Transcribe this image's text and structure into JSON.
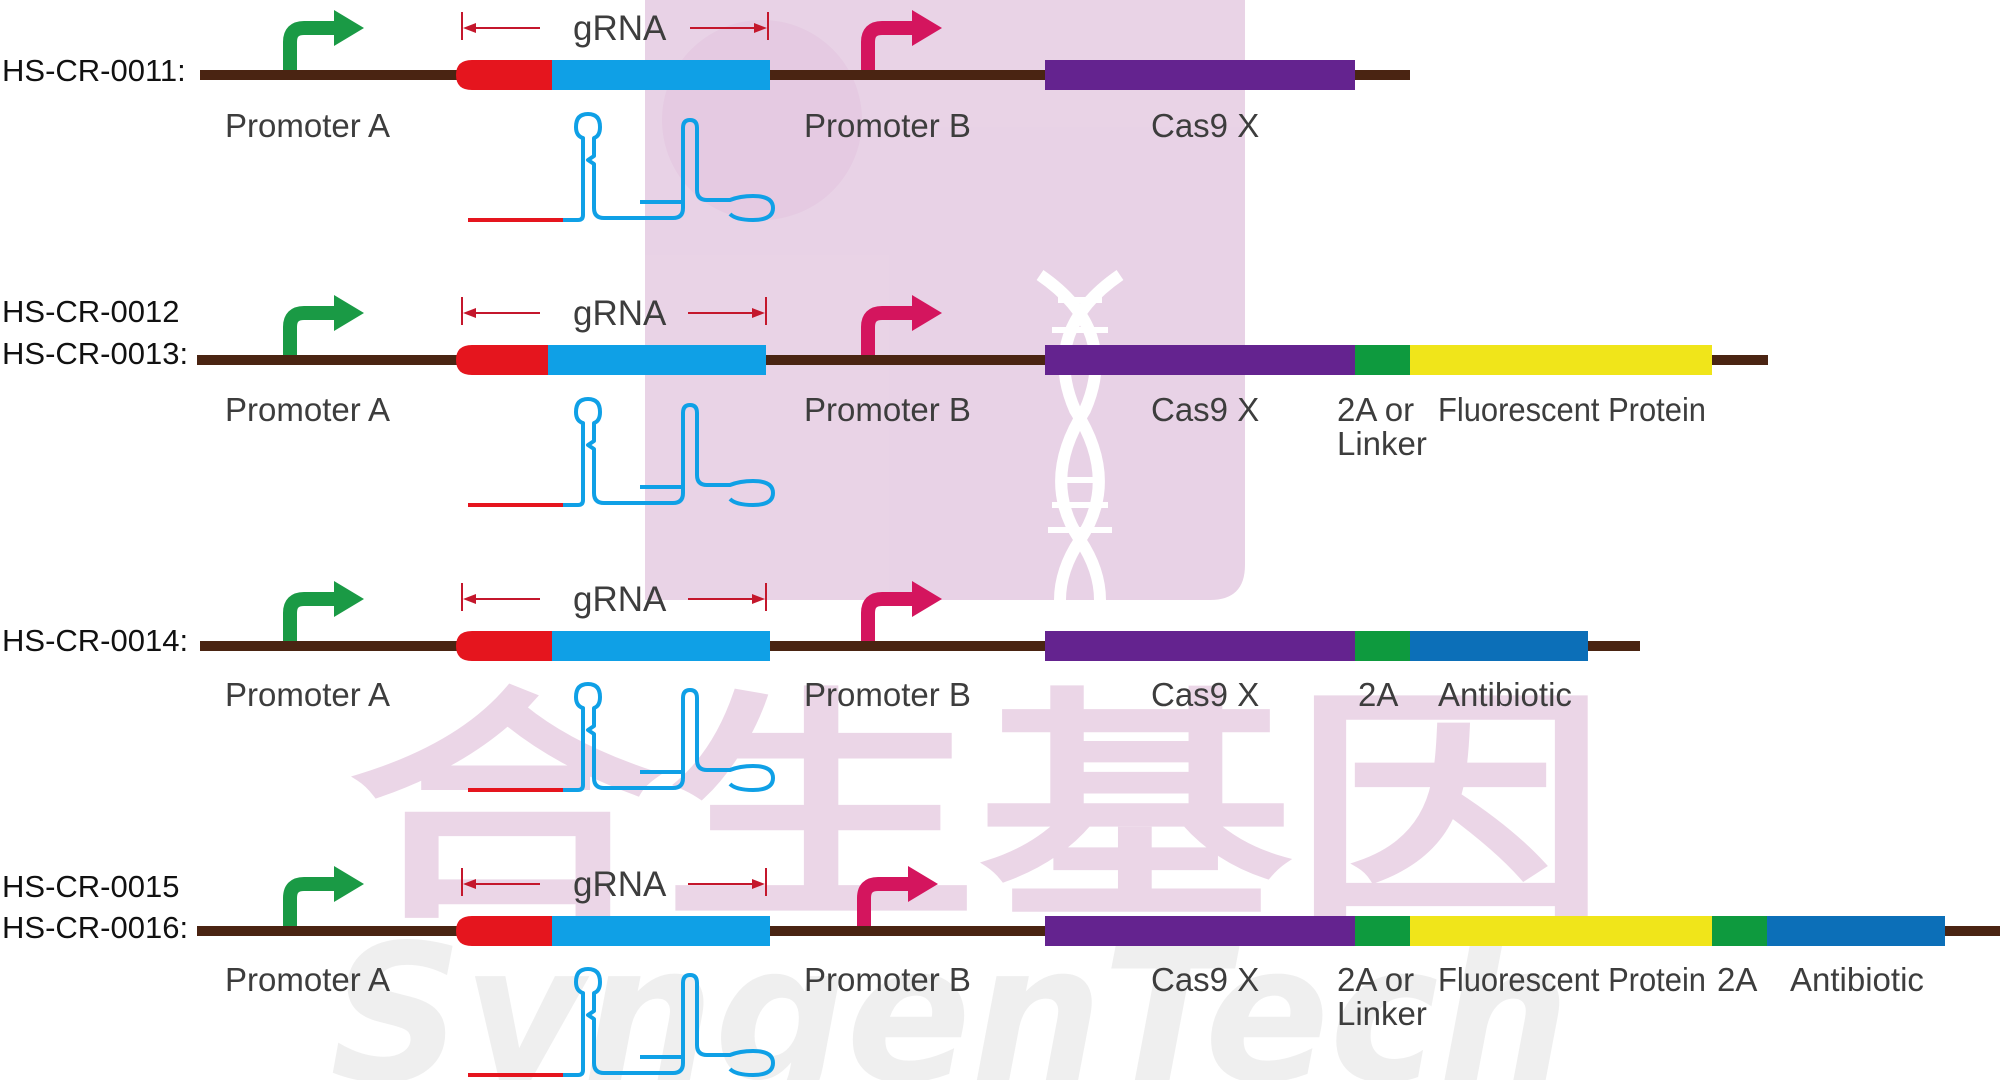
{
  "watermark": {
    "chinese": "合生基因",
    "latin": "SyngenTech",
    "logo": "cyagen-style-dna-logo-icon",
    "color": "#e3c8e0"
  },
  "colors": {
    "backbone": "#4a2412",
    "promoter_a_arrow": "#1a9a45",
    "promoter_b_arrow": "#d4155e",
    "grna_spacer": "#e5151e",
    "grna_scaffold": "#0fa0e6",
    "cas9": "#64238f",
    "linker_2a": "#0e9a3e",
    "fluorescent_protein": "#f0e51a",
    "antibiotic": "#0c6fb8",
    "dimension_arrow": "#c4172c"
  },
  "constructs": [
    {
      "id_lines": [
        "HS-CR-0011:"
      ],
      "grna_label": "gRNA",
      "labels": {
        "promoter_a": "Promoter A",
        "promoter_b": "Promoter B",
        "cas9": "Cas9 X"
      }
    },
    {
      "id_lines": [
        "HS-CR-0012",
        "HS-CR-0013:"
      ],
      "grna_label": "gRNA",
      "labels": {
        "promoter_a": "Promoter A",
        "promoter_b": "Promoter B",
        "cas9": "Cas9 X",
        "linker_line1": "2A or",
        "linker_line2": "Linker",
        "fluorescent": "Fluorescent Protein"
      }
    },
    {
      "id_lines": [
        "HS-CR-0014:"
      ],
      "grna_label": "gRNA",
      "labels": {
        "promoter_a": "Promoter A",
        "promoter_b": "Promoter B",
        "cas9": "Cas9 X",
        "two_a": "2A",
        "antibiotic": "Antibiotic"
      }
    },
    {
      "id_lines": [
        "HS-CR-0015",
        "HS-CR-0016:"
      ],
      "grna_label": "gRNA",
      "labels": {
        "promoter_a": "Promoter A",
        "promoter_b": "Promoter B",
        "cas9": "Cas9 X",
        "linker_line1": "2A or",
        "linker_line2": "Linker",
        "fluorescent": "Fluorescent Protein",
        "two_a": "2A",
        "antibiotic": "Antibiotic"
      }
    }
  ]
}
